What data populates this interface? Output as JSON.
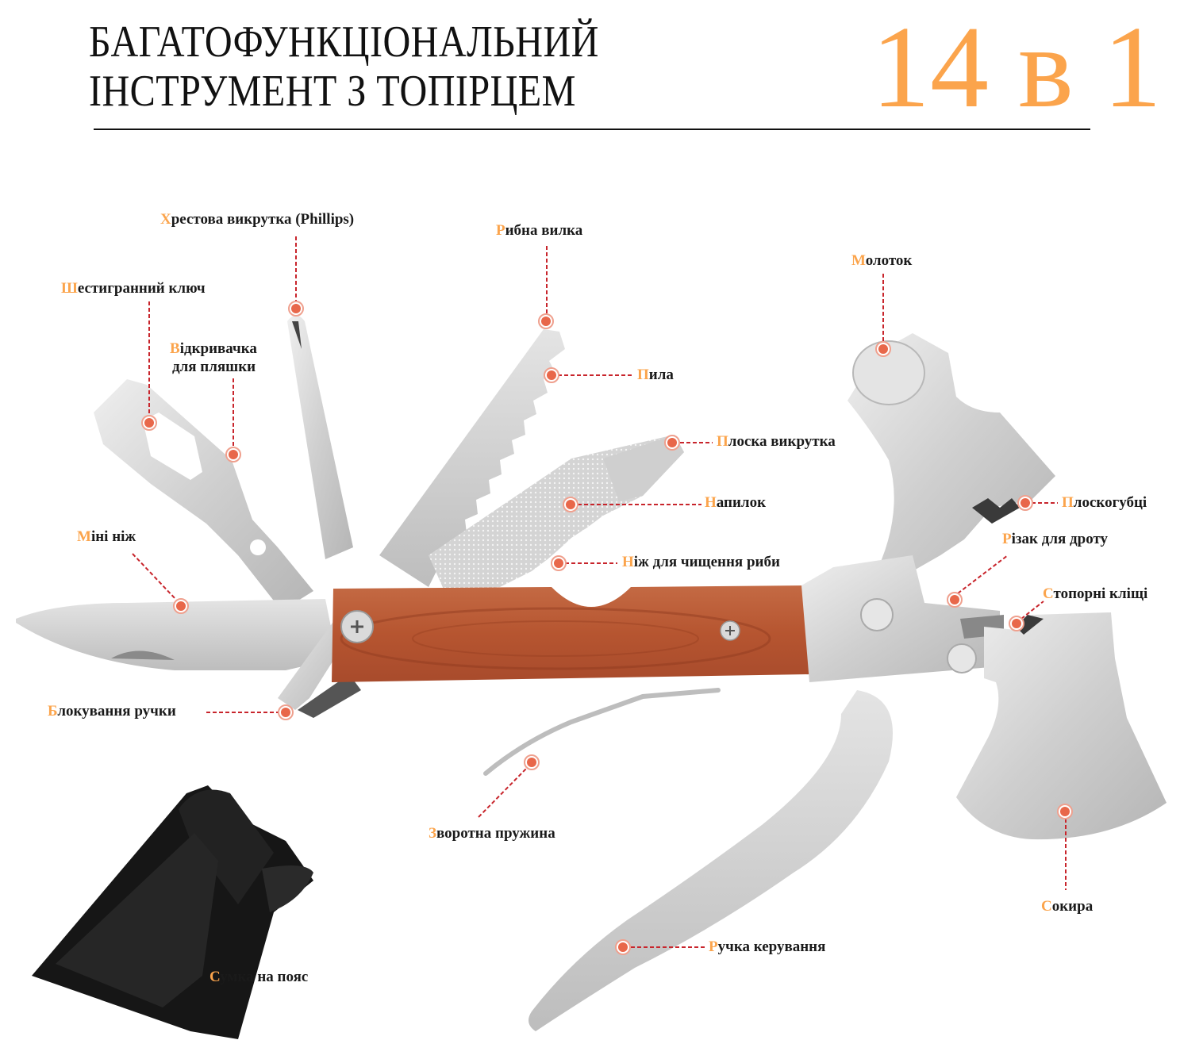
{
  "header": {
    "title_line1": "БАГАТОФУНКЦІОНАЛЬНИЙ",
    "title_line2": "ІНСТРУМЕНТ З ТОПІРЦЕМ",
    "badge": "14 в 1"
  },
  "colors": {
    "accent": "#FBA44C",
    "marker": "#E8674A",
    "leader": "#C8252C",
    "wood": "#B85A36",
    "steel": "#D6D6D6",
    "pouch": "#1B1B1B"
  },
  "labels": [
    {
      "id": "phillips",
      "initial": "Х",
      "rest": "рестова викрутка (Phillips)"
    },
    {
      "id": "fish-fork",
      "initial": "Р",
      "rest": "ибна вилка"
    },
    {
      "id": "hammer",
      "initial": "М",
      "rest": "олоток"
    },
    {
      "id": "hex-key",
      "initial": "Ш",
      "rest": "естигранний ключ"
    },
    {
      "id": "bottle-opener-1",
      "initial": "В",
      "rest": "ідкривачка"
    },
    {
      "id": "bottle-opener-2",
      "initial": "",
      "rest": "для пляшки"
    },
    {
      "id": "saw",
      "initial": "П",
      "rest": "ила"
    },
    {
      "id": "flat-screwdriver",
      "initial": "П",
      "rest": "лоска викрутка"
    },
    {
      "id": "file",
      "initial": "Н",
      "rest": "апилок"
    },
    {
      "id": "pliers",
      "initial": "П",
      "rest": "лоскогубці"
    },
    {
      "id": "mini-knife",
      "initial": "М",
      "rest": "іні ніж"
    },
    {
      "id": "fish-scaler",
      "initial": "Н",
      "rest": "іж для чищення риби"
    },
    {
      "id": "wire-cutter",
      "initial": "Р",
      "rest": "ізак для дроту"
    },
    {
      "id": "locking-pliers",
      "initial": "С",
      "rest": "топорні кліщі"
    },
    {
      "id": "handle-lock",
      "initial": "Б",
      "rest": "локування ручки"
    },
    {
      "id": "return-spring",
      "initial": "З",
      "rest": "воротна пружина"
    },
    {
      "id": "axe",
      "initial": "С",
      "rest": "окира"
    },
    {
      "id": "control-handle",
      "initial": "Р",
      "rest": "учка керування"
    },
    {
      "id": "belt-pouch",
      "initial": "С",
      "rest": "умка на пояс"
    }
  ]
}
